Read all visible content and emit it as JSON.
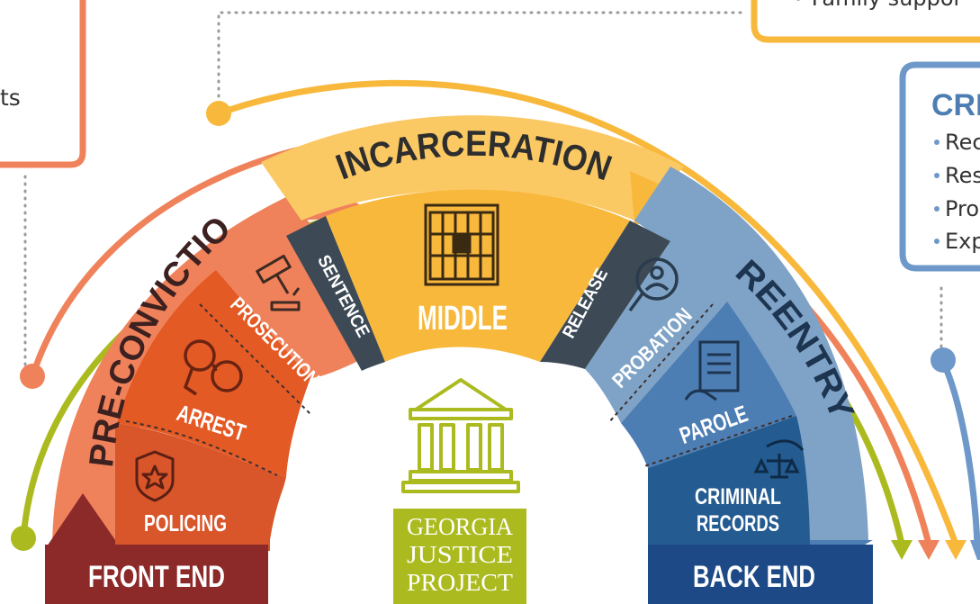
{
  "stages": {
    "pre_conviction": "PRE-CONVICTION",
    "incarceration": "INCARCERATION",
    "reentry": "REENTRY"
  },
  "sections": {
    "front_end": "FRONT END",
    "middle": "MIDDLE",
    "back_end": "BACK END"
  },
  "steps": {
    "policing": "POLICING",
    "arrest": "ARREST",
    "prosecution": "PROSECUTION",
    "sentence": "SENTENCE",
    "release": "RELEASE",
    "probation": "PROBATION",
    "parole": "PAROLE",
    "criminal_records": [
      "CRIMINAL",
      "RECORDS"
    ]
  },
  "logo": {
    "lines": [
      "GEORGIA",
      "JUSTICE",
      "PROJECT"
    ]
  },
  "partial_boxes": {
    "left_text": "ts",
    "top_right_text": "• Family suppor",
    "right_title": "CRIM",
    "right_items": [
      "Rec",
      "Res",
      "Pro",
      "Exp"
    ]
  },
  "colors": {
    "dark_red": "#8c2a2a",
    "orange_dark": "#e45a25",
    "orange_policing": "#d9552a",
    "salmon": "#ef825a",
    "gold": "#f8b83c",
    "gold_light": "#fbc964",
    "slate": "#3d4a56",
    "blue_light": "#7fa3c7",
    "blue_mid": "#4d7eb3",
    "blue_dark": "#245b91",
    "navy": "#1d4a86",
    "olive": "#abbb1f",
    "box_blue": "#6e98c9"
  }
}
